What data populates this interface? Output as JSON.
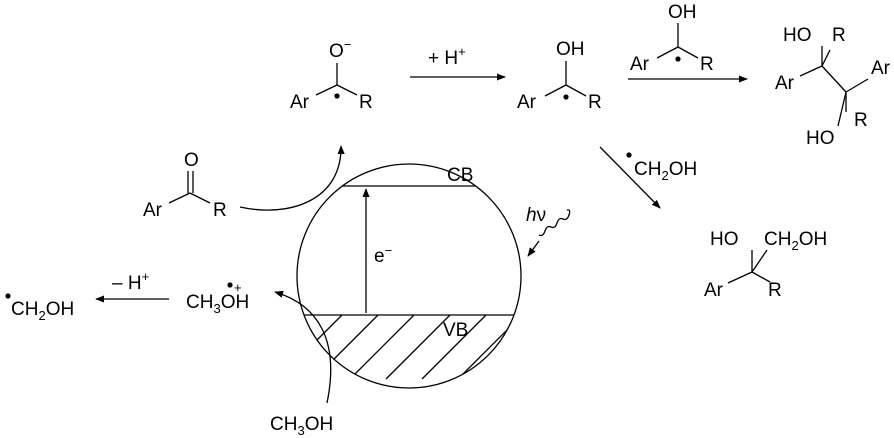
{
  "molecules": {
    "alkoxide_radical": {
      "oxygen": "O",
      "charge": "−",
      "ar": "Ar",
      "r": "R"
    },
    "ketyl_radical": {
      "oh": "OH",
      "ar": "Ar",
      "r": "R"
    },
    "ketyl_reagent": {
      "oh": "OH",
      "ar": "Ar",
      "r": "R"
    },
    "pinacol": {
      "ho_top": "HO",
      "r_top": "R",
      "ar_left": "Ar",
      "ar_right": "Ar",
      "ho_bottom": "HO",
      "r_bottom": "R"
    },
    "ketone": {
      "oxygen": "O",
      "ar": "Ar",
      "r": "R"
    },
    "diol": {
      "ho": "HO",
      "ch2oh": "CH",
      "ch2oh_sub": "2",
      "ch2oh_tail": "OH",
      "ar": "Ar",
      "r": "R"
    },
    "hydroxymethyl_radical_reagent": {
      "text": "CH",
      "sub": "2",
      "tail": "OH"
    },
    "hydroxymethyl_radical_product": {
      "text": "CH",
      "sub": "2",
      "tail": "OH"
    },
    "methanol_radical_cation": {
      "ch": "CH",
      "sub": "3",
      "oh": "OH",
      "charge": "+"
    },
    "methanol": {
      "ch": "CH",
      "sub": "3",
      "oh": "OH"
    }
  },
  "arrows": {
    "protonation": {
      "label": "+ H",
      "charge": "+"
    },
    "deprotonation": {
      "label": "– H",
      "charge": "+"
    }
  },
  "semiconductor": {
    "conduction_band": "CB",
    "valence_band": "VB",
    "electron": "e",
    "electron_charge": "−",
    "light_h": "h",
    "light_nu": "ν"
  }
}
